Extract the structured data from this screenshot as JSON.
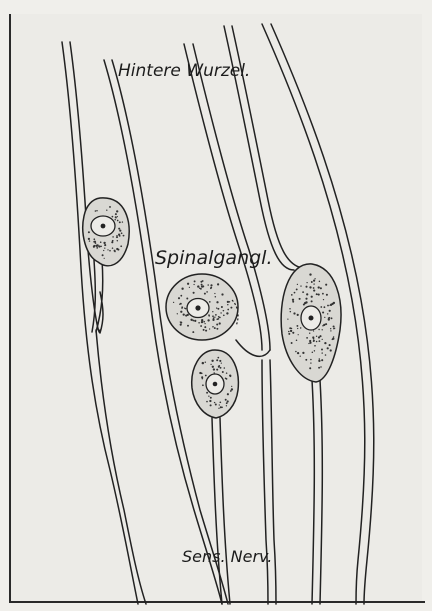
{
  "figure": {
    "labels": {
      "top": "Hintere Wurzel.",
      "middle": "Spinalgangl.",
      "bottom": "Sens. Nerv."
    },
    "colors": {
      "paper": "#ecebe7",
      "border": "#2a2a2a",
      "ink": "#222222",
      "cell_fill": "#d9d8d3"
    }
  }
}
